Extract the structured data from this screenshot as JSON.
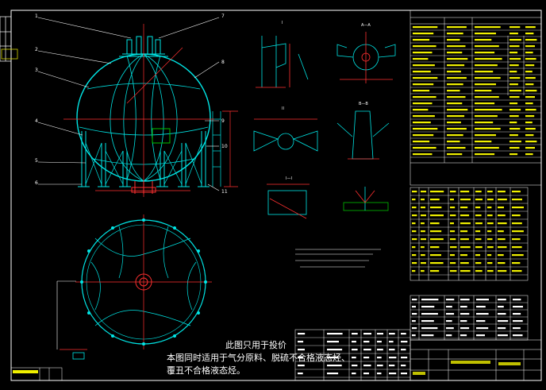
{
  "drawing": {
    "background": "#000000",
    "colors": {
      "frame": "#ffffff",
      "vessel": "#00e5e5",
      "dimension": "#ff3030",
      "table_yellow": "#f0f000",
      "leader": "#ffffff",
      "hatch": "#00c000",
      "grid": "#ffffff"
    },
    "section_labels": [
      "I",
      "II",
      "A—A",
      "B—B",
      "I—I"
    ],
    "part_numbers": [
      "1",
      "2",
      "3",
      "4",
      "5",
      "6",
      "7",
      "8",
      "9",
      "10",
      "11"
    ],
    "disclaimer": {
      "line1": "此图只用于投价",
      "line2": "本图同时适用于气分原料、脱硫不合格液态烃、",
      "line3": "覆丑不合格液态烃。"
    }
  }
}
